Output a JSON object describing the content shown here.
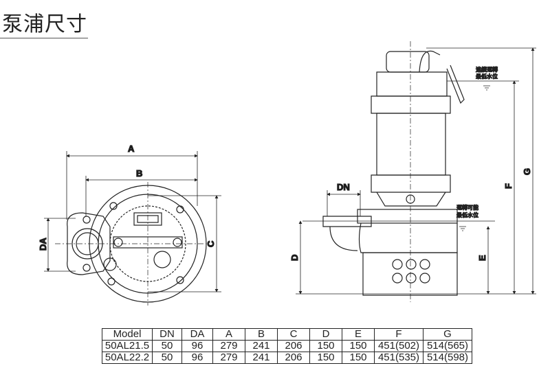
{
  "title": "泵浦尺寸",
  "dimension_labels": {
    "A": "A",
    "B": "B",
    "C": "C",
    "DA": "DA",
    "DN": "DN",
    "D": "D",
    "E": "E",
    "F": "F",
    "G": "G"
  },
  "notes": {
    "continuous_min_level": [
      "連續運轉",
      "最低水位"
    ],
    "operable_min_level": [
      "運轉可能",
      "最低水位"
    ]
  },
  "table": {
    "headers": [
      "Model",
      "DN",
      "DA",
      "A",
      "B",
      "C",
      "D",
      "E",
      "F",
      "G"
    ],
    "rows": [
      [
        "50AL21.5",
        "50",
        "96",
        "279",
        "241",
        "206",
        "150",
        "150",
        "451(502)",
        "514(565)"
      ],
      [
        "50AL22.2",
        "50",
        "96",
        "279",
        "241",
        "206",
        "150",
        "150",
        "451(535)",
        "514(598)"
      ]
    ]
  }
}
